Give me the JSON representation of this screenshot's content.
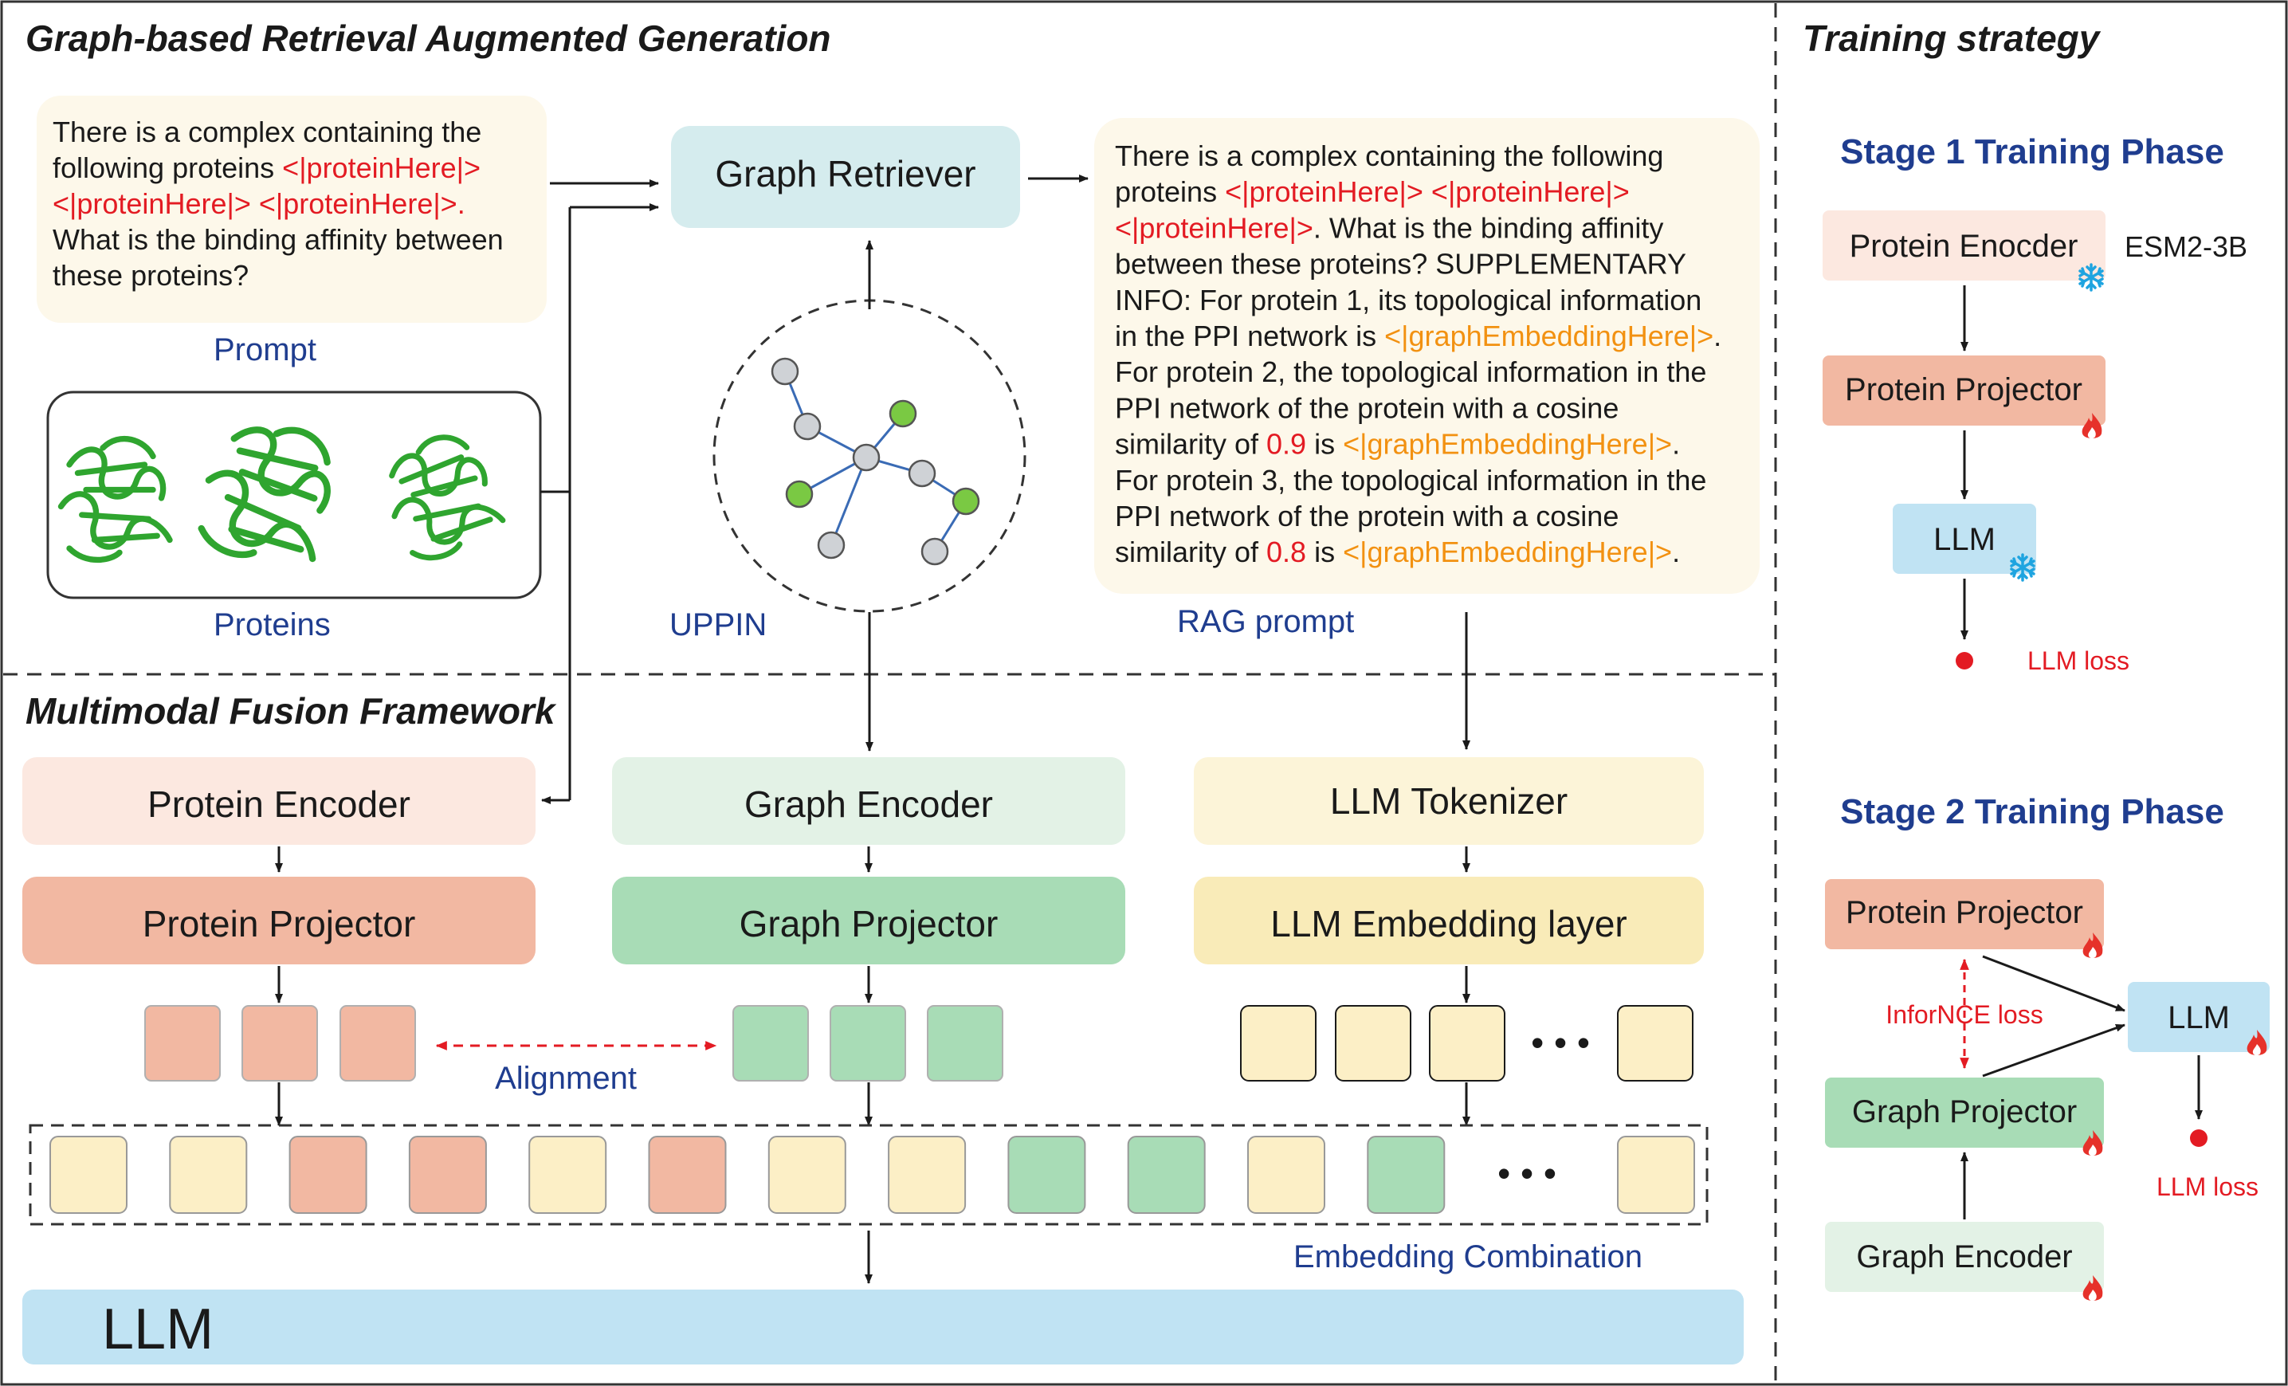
{
  "sections": {
    "rag_title": "Graph-based Retrieval Augmented Generation",
    "fusion_title": "Multimodal Fusion Framework",
    "training_title": "Training strategy"
  },
  "rag": {
    "prompt_label": "Prompt",
    "proteins_label": "Proteins",
    "uppin_label": "UPPIN",
    "rag_prompt_label": "RAG prompt",
    "graph_retriever": "Graph Retriever",
    "prompt_lines": [
      [
        {
          "t": "There is a complex containing the",
          "c": "k"
        }
      ],
      [
        {
          "t": "following proteins ",
          "c": "k"
        },
        {
          "t": "<|proteinHere|>",
          "c": "r"
        }
      ],
      [
        {
          "t": "<|proteinHere|> <|proteinHere|>.",
          "c": "r"
        }
      ],
      [
        {
          "t": "What is the binding affinity between",
          "c": "k"
        }
      ],
      [
        {
          "t": "these proteins?",
          "c": "k"
        }
      ]
    ],
    "rag_lines": [
      [
        {
          "t": "There is a complex containing the following",
          "c": "k"
        }
      ],
      [
        {
          "t": "proteins ",
          "c": "k"
        },
        {
          "t": "<|proteinHere|> <|proteinHere|>",
          "c": "r"
        }
      ],
      [
        {
          "t": "<|proteinHere|>",
          "c": "r"
        },
        {
          "t": ". What is the binding affinity",
          "c": "k"
        }
      ],
      [
        {
          "t": "between these proteins? SUPPLEMENTARY",
          "c": "k"
        }
      ],
      [
        {
          "t": "INFO: For protein 1, its topological information",
          "c": "k"
        }
      ],
      [
        {
          "t": "in the PPI network is ",
          "c": "k"
        },
        {
          "t": "<|graphEmbeddingHere|>",
          "c": "o"
        },
        {
          "t": ".",
          "c": "k"
        }
      ],
      [
        {
          "t": "For protein 2, the topological information in the",
          "c": "k"
        }
      ],
      [
        {
          "t": "PPI network of the protein with a cosine",
          "c": "k"
        }
      ],
      [
        {
          "t": "similarity of ",
          "c": "k"
        },
        {
          "t": "0.9",
          "c": "r"
        },
        {
          "t": " is ",
          "c": "k"
        },
        {
          "t": "<|graphEmbeddingHere|>",
          "c": "o"
        },
        {
          "t": ".",
          "c": "k"
        }
      ],
      [
        {
          "t": "For protein 3, the topological information in the",
          "c": "k"
        }
      ],
      [
        {
          "t": "PPI network of the protein with a cosine",
          "c": "k"
        }
      ],
      [
        {
          "t": "similarity of ",
          "c": "k"
        },
        {
          "t": "0.8",
          "c": "r"
        },
        {
          "t": " is ",
          "c": "k"
        },
        {
          "t": "<|graphEmbeddingHere|>",
          "c": "o"
        },
        {
          "t": ".",
          "c": "k"
        }
      ]
    ]
  },
  "fusion": {
    "protein_encoder": "Protein Encoder",
    "protein_projector": "Protein Projector",
    "graph_encoder": "Graph Encoder",
    "graph_projector": "Graph Projector",
    "llm_tokenizer": "LLM Tokenizer",
    "llm_embedding_layer": "LLM Embedding layer",
    "alignment": "Alignment",
    "embedding_combination": "Embedding Combination",
    "ellipsis": "• • •",
    "llm": "LLM",
    "combined_tokens": [
      "yellow",
      "yellow",
      "salmon",
      "salmon",
      "yellow",
      "salmon",
      "yellow",
      "yellow",
      "green",
      "green",
      "yellow",
      "green"
    ]
  },
  "training": {
    "stage1": {
      "title": "Stage 1 Training Phase",
      "protein_encoder": "Protein Enocder",
      "esm_label": "ESM2-3B",
      "protein_projector": "Protein Projector",
      "llm": "LLM",
      "loss": "LLM loss"
    },
    "stage2": {
      "title": "Stage 2 Training Phase",
      "protein_projector": "Protein Projector",
      "infonce": "InforNCE loss",
      "graph_projector": "Graph Projector",
      "graph_encoder": "Graph Encoder",
      "llm": "LLM",
      "loss": "LLM loss"
    }
  },
  "colors": {
    "text_red": "#e31b23",
    "text_orange": "#f29111",
    "text_blue": "#1f3d8f",
    "stage_blue": "#1f3d8f",
    "frozen_icon": "#1ea4e0",
    "trainable_icon": "#e6312a",
    "protein_green": "#2fa52f"
  },
  "icons": [
    "snowflake-icon",
    "flame-icon",
    "protein-structure-icon",
    "network-graph-icon"
  ]
}
